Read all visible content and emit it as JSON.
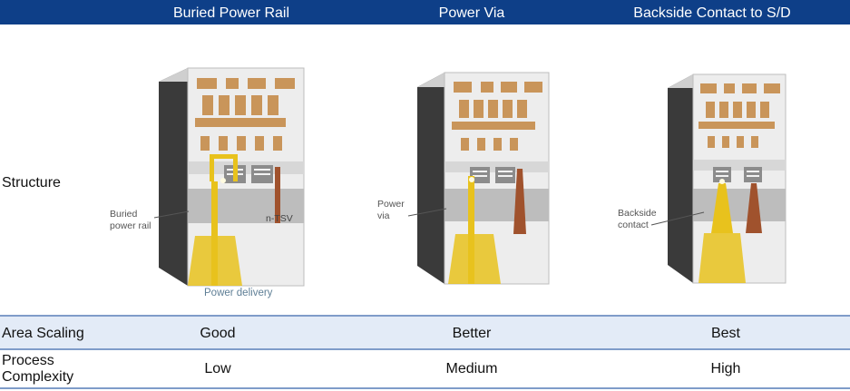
{
  "columns": [
    "Buried Power Rail",
    "Power Via",
    "Backside Contact to S/D"
  ],
  "rows": {
    "structure_label": "Structure",
    "area_label": "Area Scaling",
    "area_values": [
      "Good",
      "Better",
      "Best"
    ],
    "process_label": "Process Complexity",
    "process_values": [
      "Low",
      "Medium",
      "High"
    ]
  },
  "annotations": {
    "bpr_line1": "Buried",
    "bpr_line2": "power rail",
    "ntsv": "n-TSV",
    "power_delivery": "Power delivery",
    "pv_line1": "Power",
    "pv_line2": "via",
    "bc_line1": "Backside",
    "bc_line2": "contact"
  },
  "colors": {
    "header": "#0e3f88",
    "row_band": "#e3ebf7",
    "divider": "#7f9cc9",
    "metal": "#c9955a",
    "power": "#e8c21d",
    "tsv": "#a0522d"
  }
}
